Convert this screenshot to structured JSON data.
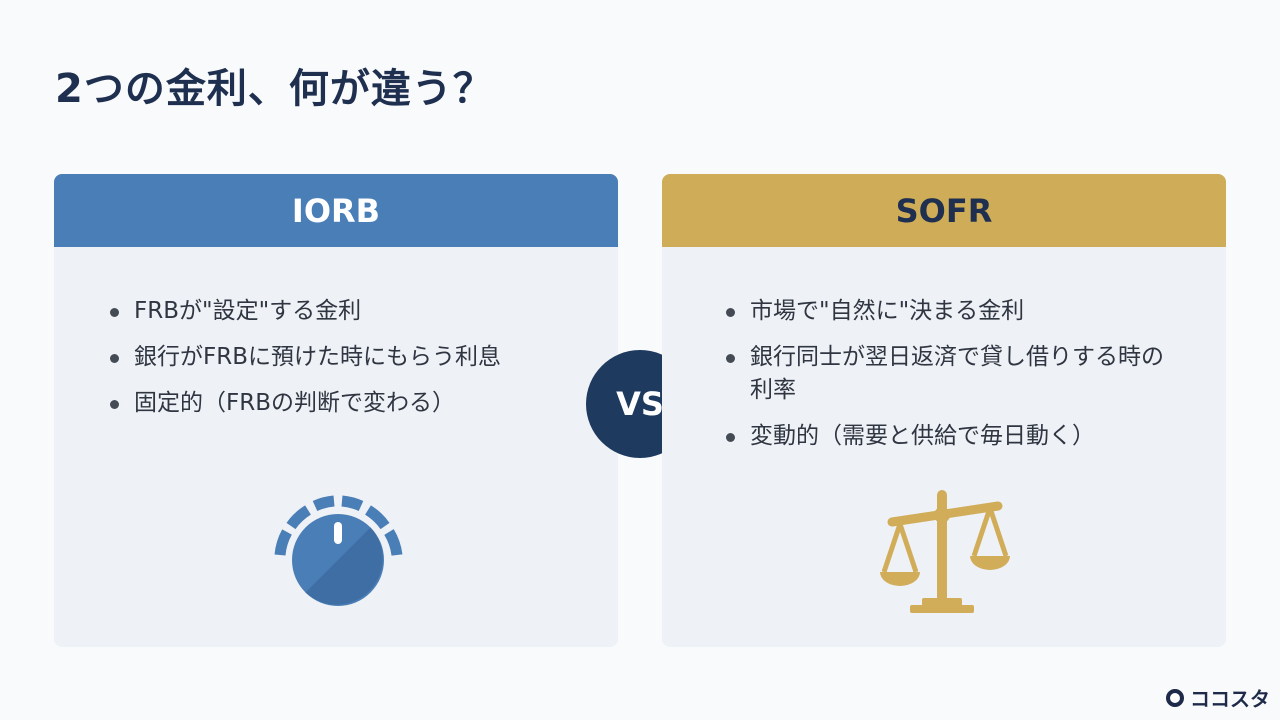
{
  "slide": {
    "title": "2つの金利、何が違う？",
    "vs_label": "VS",
    "brand": "ココスタ"
  },
  "cards": [
    {
      "header": "IORB",
      "color": "#4a7eb7",
      "icon": "dial-knob-icon",
      "bullets": [
        "FRBが\"設定\"する金利",
        "銀行がFRBに預けた時にもらう利息",
        "固定的（FRBの判断で変わる）"
      ]
    },
    {
      "header": "SOFR",
      "color": "#cfad58",
      "icon": "balance-scale-icon",
      "bullets": [
        "市場で\"自然に\"決まる金利",
        "銀行同士が翌日返済で貸し借りする時の利率",
        "変動的（需要と供給で毎日動く）"
      ]
    }
  ],
  "colors": {
    "title": "#1f2f4f",
    "vs_circle": "#1e3a5f",
    "card_bg": "#eef1f5"
  }
}
